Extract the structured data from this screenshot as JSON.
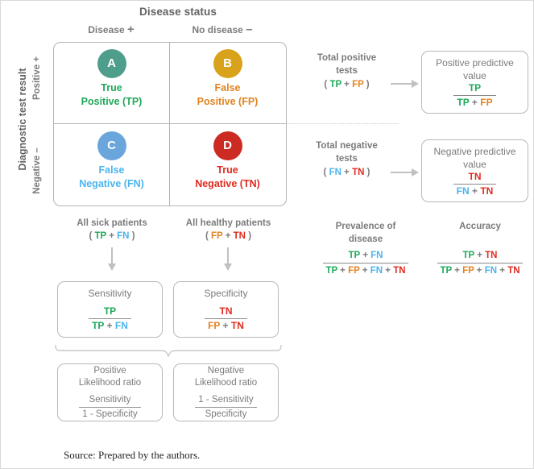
{
  "header": {
    "disease_status_title": "Disease status",
    "col_disease": "Disease",
    "col_disease_sign": "+",
    "col_nodisease": "No disease",
    "col_nodisease_sign": "–"
  },
  "axis": {
    "title": "Diagnostic test result",
    "positive": "Positive  +",
    "negative": "Negative  –"
  },
  "matrix": {
    "cells": [
      {
        "letter": "A",
        "line1": "True",
        "line2": "Positive (TP)",
        "color": "#4f9e8b",
        "text_color": "#1fa85a"
      },
      {
        "letter": "B",
        "line1": "False",
        "line2": "Positive (FP)",
        "color": "#d9a21b",
        "text_color": "#e08320"
      },
      {
        "letter": "C",
        "line1": "False",
        "line2": "Negative (FN)",
        "color": "#6aa6dc",
        "text_color": "#4ab4ef"
      },
      {
        "letter": "D",
        "line1": "True",
        "line2": "Negative (TN)",
        "color": "#cc2b22",
        "text_color": "#e02b1f"
      }
    ]
  },
  "footers": {
    "sick_title": "All sick patients",
    "sick_open": "(",
    "sick_tp": "TP",
    "sick_plus": "+",
    "sick_fn": "FN",
    "sick_close": ")",
    "healthy_title": "All healthy patients",
    "healthy_open": "(",
    "healthy_fp": "FP",
    "healthy_plus": "+",
    "healthy_tn": "TN",
    "healthy_close": ")"
  },
  "totals": {
    "pos_line1": "Total positive",
    "pos_line2": "tests",
    "pos_open": "(",
    "pos_tp": "TP",
    "pos_plus": "+",
    "pos_fp": "FP",
    "pos_close": ")",
    "neg_line1": "Total negative",
    "neg_line2": "tests",
    "neg_open": "(",
    "neg_fn": "FN",
    "neg_plus": "+",
    "neg_tn": "TN",
    "neg_close": ")"
  },
  "ppv": {
    "title_line1": "Positive predictive",
    "title_line2": "value",
    "num_tp": "TP",
    "den_tp": "TP",
    "den_plus": "+",
    "den_fp": "FP"
  },
  "npv": {
    "title_line1": "Negative predictive",
    "title_line2": "value",
    "num_tn": "TN",
    "den_fn": "FN",
    "den_plus": "+",
    "den_tn": "TN"
  },
  "sensitivity": {
    "title": "Sensitivity",
    "num_tp": "TP",
    "den_tp": "TP",
    "den_plus": "+",
    "den_fn": "FN"
  },
  "specificity": {
    "title": "Specificity",
    "num_tn": "TN",
    "den_fp": "FP",
    "den_plus": "+",
    "den_tn": "TN"
  },
  "plr": {
    "title_line1": "Positive",
    "title_line2": "Likelihood ratio",
    "num": "Sensitivity",
    "den": "1 - Specificity"
  },
  "nlr": {
    "title_line1": "Negative",
    "title_line2": "Likelihood ratio",
    "num": "1 - Sensitivity",
    "den": "Specificity"
  },
  "prevalence": {
    "title_line1": "Prevalence of",
    "title_line2": "disease",
    "num": [
      "TP",
      "+",
      "FN"
    ],
    "den": [
      "TP",
      "+",
      "FP",
      "+",
      "FN",
      "+",
      "TN"
    ]
  },
  "accuracy": {
    "title_line1": "Accuracy",
    "title_line2": "",
    "num": [
      "TP",
      "+",
      "TN"
    ],
    "den": [
      "TP",
      "+",
      "FP",
      "+",
      "FN",
      "+",
      "TN"
    ]
  },
  "colors": {
    "tp": "#1fa85a",
    "fp": "#e08320",
    "fn": "#4ab4ef",
    "tn": "#e02b1f",
    "grey": "#7b7b7b",
    "line": "#b4b4b4"
  },
  "source": "Source: Prepared by the authors."
}
